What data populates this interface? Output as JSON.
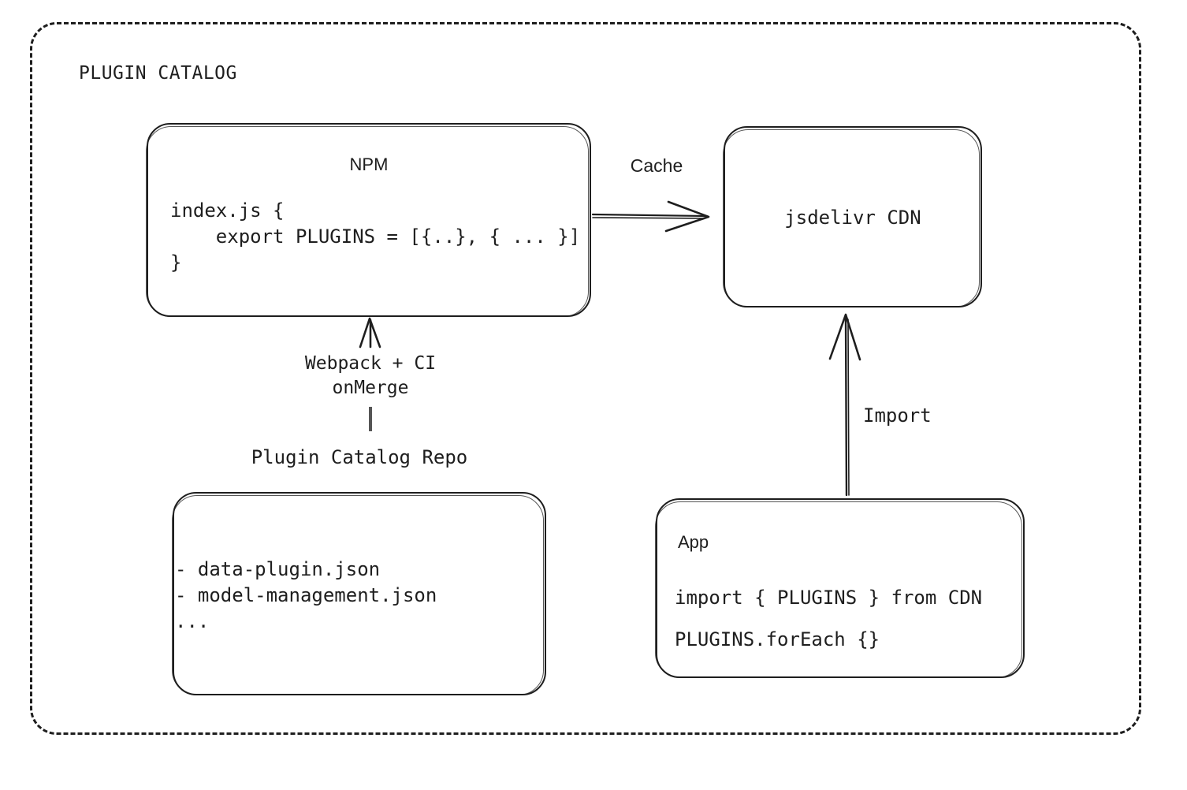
{
  "diagram": {
    "title": "PLUGIN CATALOG",
    "background_color": "#ffffff",
    "stroke_color": "#1e1e1e",
    "container_border_style": "dashed"
  },
  "nodes": {
    "npm": {
      "title": "NPM",
      "code": "index.js {\n    export PLUGINS = [{..}, { ... }]\n}"
    },
    "cdn": {
      "title": "jsdelivr CDN"
    },
    "repo": {
      "caption": "Plugin Catalog Repo",
      "code": "- data-plugin.json\n- model-management.json\n..."
    },
    "app": {
      "title": "App",
      "line1": "import { PLUGINS } from CDN",
      "line2": "PLUGINS.forEach {}"
    }
  },
  "edges": {
    "cache": {
      "label": "Cache",
      "from": "npm",
      "to": "cdn",
      "direction": "right"
    },
    "webpack": {
      "label": "Webpack + CI\nonMerge",
      "from": "repo",
      "to": "npm",
      "direction": "up"
    },
    "import": {
      "label": "Import",
      "from": "app",
      "to": "cdn",
      "direction": "up"
    }
  }
}
